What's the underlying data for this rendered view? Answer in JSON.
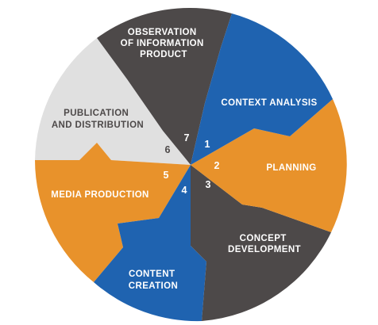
{
  "segments": [
    {
      "number": "1",
      "lines": [
        "CONTEXT ANALYSIS"
      ],
      "color": "#1f63b0",
      "text_color": "#ffffff",
      "num_color": "#ffffff"
    },
    {
      "number": "2",
      "lines": [
        "PLANNING"
      ],
      "color": "#e8922b",
      "text_color": "#ffffff",
      "num_color": "#ffffff"
    },
    {
      "number": "3",
      "lines": [
        "CONCEPT",
        "DEVELOPMENT"
      ],
      "color": "#4d4949",
      "text_color": "#ffffff",
      "num_color": "#ffffff"
    },
    {
      "number": "4",
      "lines": [
        "CONTENT",
        "CREATION"
      ],
      "color": "#1f63b0",
      "text_color": "#ffffff",
      "num_color": "#ffffff"
    },
    {
      "number": "5",
      "lines": [
        "MEDIA PRODUCTION"
      ],
      "color": "#e8922b",
      "text_color": "#ffffff",
      "num_color": "#ffffff"
    },
    {
      "number": "6",
      "lines": [
        "PUBLICATION",
        "AND DISTRIBUTION"
      ],
      "color": "#e0e0e0",
      "text_color": "#4d4949",
      "num_color": "#4d4949"
    },
    {
      "number": "7",
      "lines": [
        "OBSERVATION",
        "OF INFORMATION",
        "PRODUCT"
      ],
      "color": "#4d4949",
      "text_color": "#ffffff",
      "num_color": "#ffffff"
    }
  ]
}
